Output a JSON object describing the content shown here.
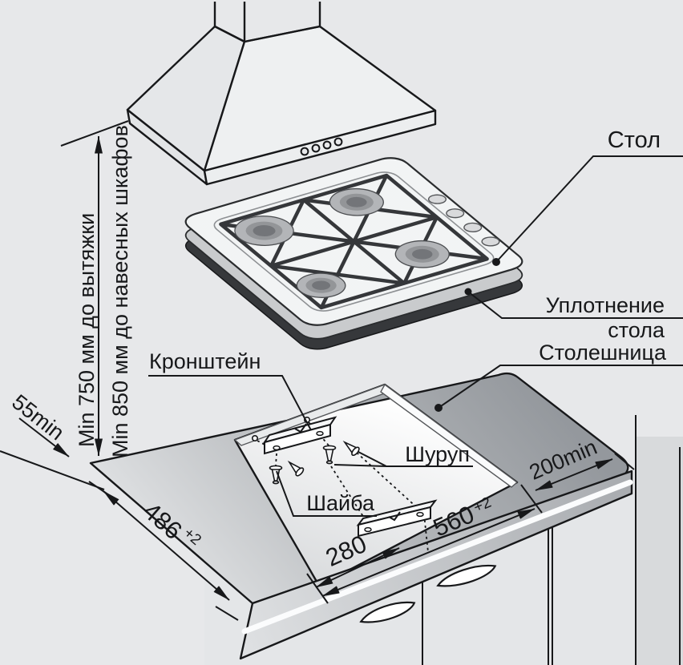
{
  "labels": {
    "hob": "Стол",
    "seal_line1": "Уплотнение",
    "seal_line2": "стола",
    "countertop": "Столешница",
    "bracket": "Кронштейн",
    "screw": "Шуруп",
    "washer": "Шайба"
  },
  "dimensions": {
    "hood_clearance": "Min 750 мм до вытяжки",
    "cabinets_clearance": "Min 850 мм до навесных шкафов",
    "rear_clearance": "55min",
    "cutout_depth": "486",
    "cutout_depth_tolerance": "+2",
    "cutout_width": "560",
    "cutout_width_tolerance": "+2",
    "bracket_offset": "280",
    "side_clearance": "200min"
  },
  "colors": {
    "background": "#e7e8ea",
    "line": "#17181a",
    "countertop_surface": "#a3a7ab",
    "cutout_interior": "#f7f8f9",
    "cabinet": "#e4e6e8"
  }
}
